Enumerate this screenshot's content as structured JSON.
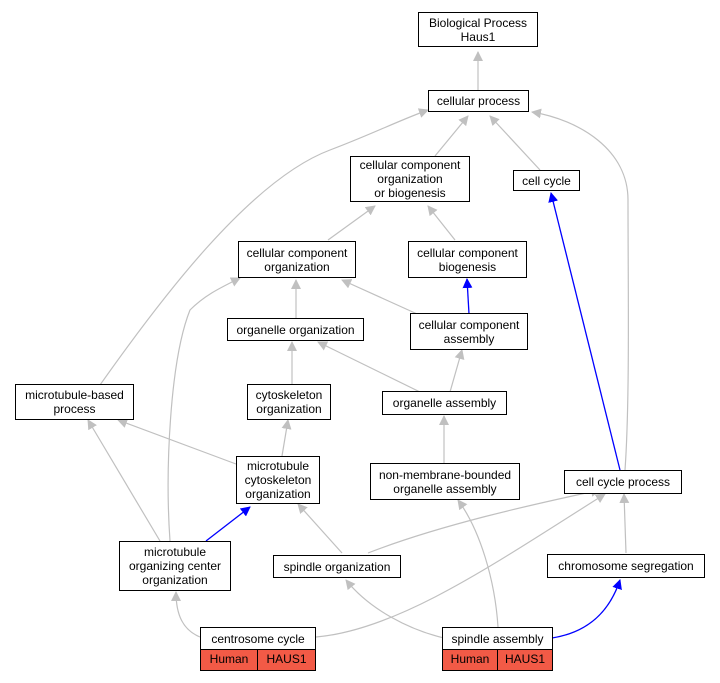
{
  "nodes": {
    "biological_process": "Biological Process\nHaus1",
    "cellular_process": "cellular process",
    "ccob": "cellular component\norganization\nor biogenesis",
    "cell_cycle": "cell cycle",
    "cc_organization": "cellular component\norganization",
    "cc_biogenesis": "cellular component\nbiogenesis",
    "organelle_organization": "organelle organization",
    "cc_assembly": "cellular component\nassembly",
    "microtubule_based_process": "microtubule-based\nprocess",
    "cytoskeleton_organization": "cytoskeleton\norganization",
    "organelle_assembly": "organelle assembly",
    "mt_cytoskeleton_organization": "microtubule\ncytoskeleton\norganization",
    "nmb_organelle_assembly": "non-membrane-bounded\norganelle assembly",
    "cell_cycle_process": "cell cycle process",
    "mtoc_organization": "microtubule\norganizing center\norganization",
    "spindle_organization": "spindle organization",
    "chromosome_segregation": "chromosome segregation",
    "centrosome_cycle": "centrosome cycle",
    "spindle_assembly": "spindle assembly"
  },
  "annotations": {
    "centrosome_cycle": {
      "species": "Human",
      "gene": "HAUS1"
    },
    "spindle_assembly": {
      "species": "Human",
      "gene": "HAUS1"
    }
  },
  "colors": {
    "edge_default": "#c0c0c0",
    "edge_highlight": "#0000ff",
    "annotation_fill": "#f25a46"
  }
}
